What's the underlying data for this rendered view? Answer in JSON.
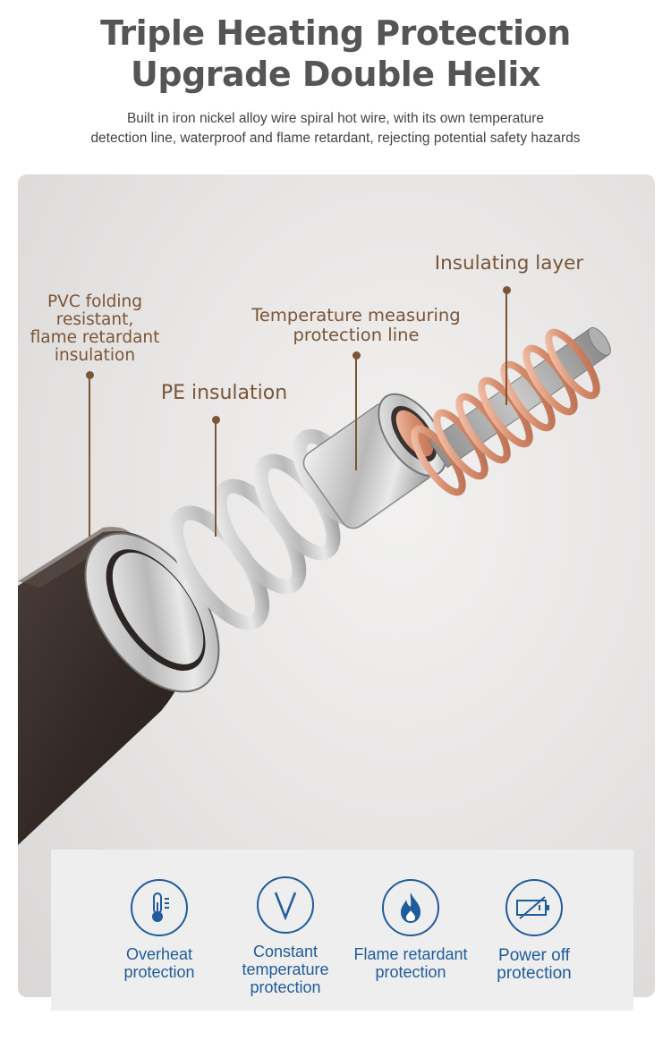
{
  "header": {
    "title_line1": "Triple Heating Protection",
    "title_line2": "Upgrade Double Helix",
    "subtitle_line1": "Built in iron nickel alloy wire spiral hot wire, with its own temperature",
    "subtitle_line2": "detection line, waterproof and flame retardant, rejecting potential safety hazards"
  },
  "callouts": {
    "pvc_line1": "PVC folding",
    "pvc_line2": "resistant,",
    "pvc_line3": "flame retardant",
    "pvc_line4": "insulation",
    "pe": "PE insulation",
    "temp_line1": "Temperature measuring",
    "temp_line2": "protection line",
    "insulating": "Insulating layer"
  },
  "features": [
    {
      "icon": "thermometer-icon",
      "line1": "Overheat",
      "line2": "protection",
      "line3": ""
    },
    {
      "icon": "v-icon",
      "line1": "Constant",
      "line2": "temperature",
      "line3": "protection"
    },
    {
      "icon": "flame-icon",
      "line1": "Flame retardant",
      "line2": "protection",
      "line3": ""
    },
    {
      "icon": "battery-off-icon",
      "line1": "Power off",
      "line2": "protection",
      "line3": ""
    }
  ],
  "colors": {
    "title": "#555555",
    "callout": "#7a5536",
    "feature_blue": "#1f5c9b",
    "cable_jacket": "#3a302c",
    "copper": "#d9987a"
  }
}
